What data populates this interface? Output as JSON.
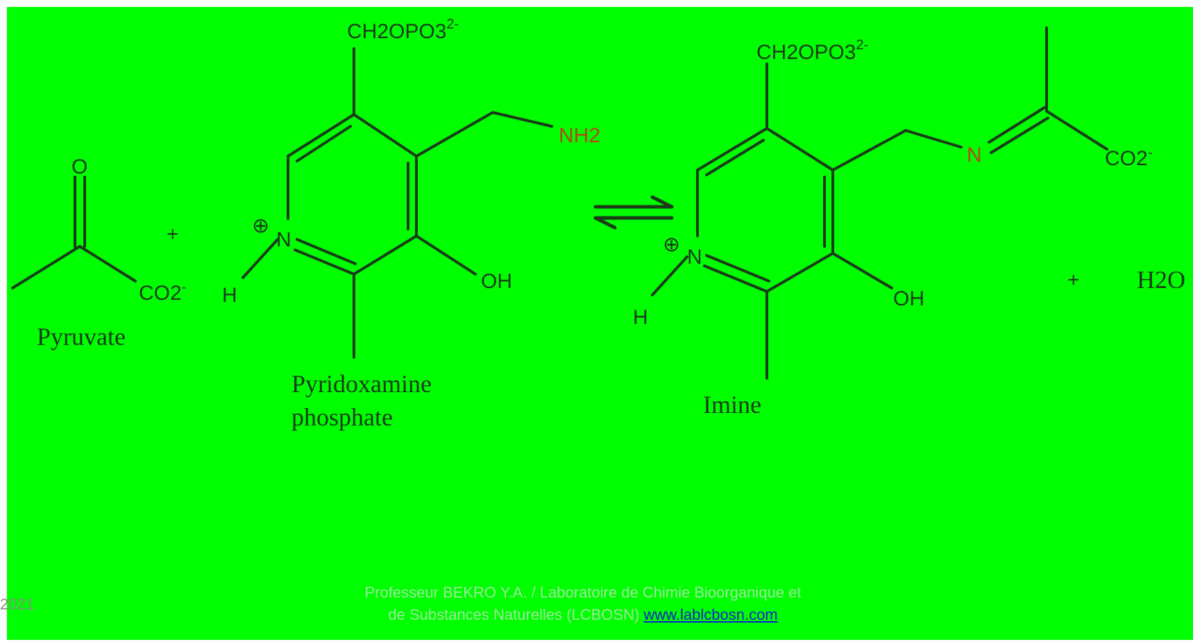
{
  "diagram": {
    "left_ring": {
      "substituent_top": "CH2OPO3",
      "substituent_top_charge": "2-",
      "amine_group": "NH2",
      "ring_n": "N",
      "ring_n_charge": "⊕",
      "n_h": "H",
      "hydroxyl": "OH",
      "label_line1": "Pyridoxamine",
      "label_line2": "phosphate"
    },
    "pyruvate": {
      "carbonyl_o": "O",
      "carboxylate": "CO2",
      "carboxylate_charge": "-",
      "label": "Pyruvate"
    },
    "plus_1": "+",
    "plus_2": "+",
    "right_ring": {
      "substituent_top": "CH2OPO3",
      "substituent_top_charge": "2-",
      "imine_n": "N",
      "carboxylate": "CO2",
      "carboxylate_charge": "-",
      "ring_n": "N",
      "ring_n_charge": "⊕",
      "n_h": "H",
      "hydroxyl": "OH",
      "label": "Imine"
    },
    "water": "H2O",
    "colors": {
      "background": "#00ff00",
      "bonds": "#1a3a1a",
      "nitrogen_highlight": "#b5451b"
    }
  },
  "footer": {
    "date_fragment": "2021",
    "credit_line1": "Professeur BEKRO Y.A. / Laboratoire de Chimie Bioorganique et",
    "credit_line2": "de Substances Naturelles (LCBOSN)",
    "website": "www.lablcbosn.com"
  }
}
